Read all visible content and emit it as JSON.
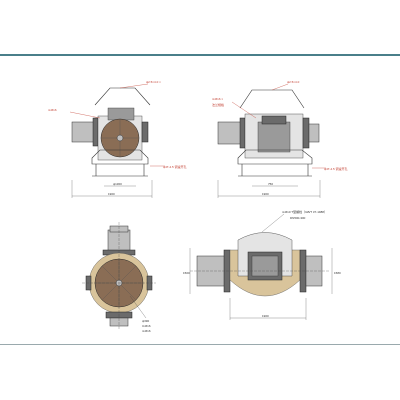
{
  "views": {
    "front": {
      "callout_top": "ψ2.5×4.0 ×",
      "callout_left": "4-M16",
      "callout_right": "ψ4T-4.5 调速开孔",
      "dim_mid": "ψ1300",
      "dim_bottom": "1900"
    },
    "side": {
      "callout_top": "ψ2.5×4.0",
      "callout_left_1": "4-M16 ×",
      "callout_left_2": "法兰规格",
      "callout_right": "ψ4T-4.5 调速开孔",
      "dim_mid": "750",
      "dim_bottom": "1900"
    },
    "plan": {
      "callout_1": "ψ390",
      "callout_2": "3-M16",
      "callout_3": "4-M16"
    },
    "section": {
      "callout_1": "4-M10 T型螺栓（GB/T 37-1988）",
      "callout_2": "DN500-300",
      "dim_left": "1500",
      "dim_right": "1580",
      "dim_bottom": "1900"
    }
  }
}
